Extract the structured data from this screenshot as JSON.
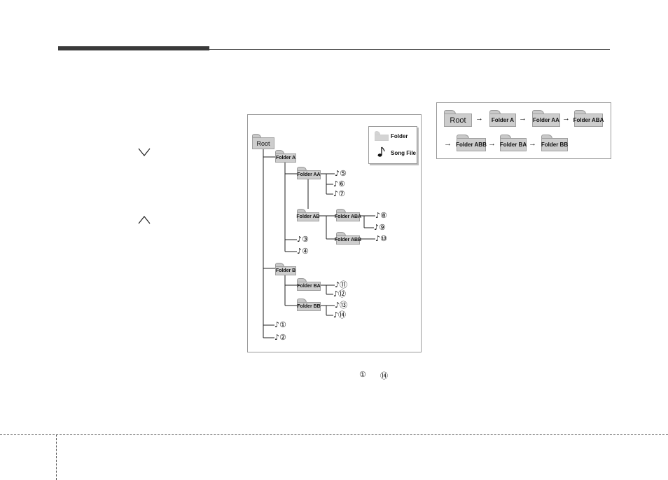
{
  "legend": {
    "folder_label": "Folder",
    "song_label": "Song File"
  },
  "tree": {
    "root": "Root",
    "folder_a": "Folder A",
    "folder_aa": "Folder AA",
    "folder_ab": "Folder AB",
    "folder_aba": "Folder ABA",
    "folder_abb": "Folder ABB",
    "folder_b": "Folder B",
    "folder_ba": "Folder BA",
    "folder_bb": "Folder BB",
    "songs": {
      "s1": "♪①",
      "s2": "♪②",
      "s3": "♪③",
      "s4": "♪④",
      "s5": "♪⑤",
      "s6": "♪⑥",
      "s7": "♪⑦",
      "s8": "♪⑧",
      "s9": "♪⑨",
      "s10": "♪⑩",
      "s11": "♪⑪",
      "s12": "♪⑫",
      "s13": "♪⑬",
      "s14": "♪⑭"
    }
  },
  "order": {
    "root": "Root",
    "folder_a": "Folder A",
    "folder_aa": "Folder AA",
    "folder_aba": "Folder ABA",
    "folder_abb": "Folder ABB",
    "folder_ba": "Folder BA",
    "folder_bb": "Folder BB",
    "arrow": "→"
  },
  "caption": {
    "first": "①",
    "last": "⑭"
  },
  "icons": {
    "down": "chevron-down-icon",
    "up": "chevron-up-icon",
    "note": "music-note-icon",
    "folder": "folder-icon"
  }
}
